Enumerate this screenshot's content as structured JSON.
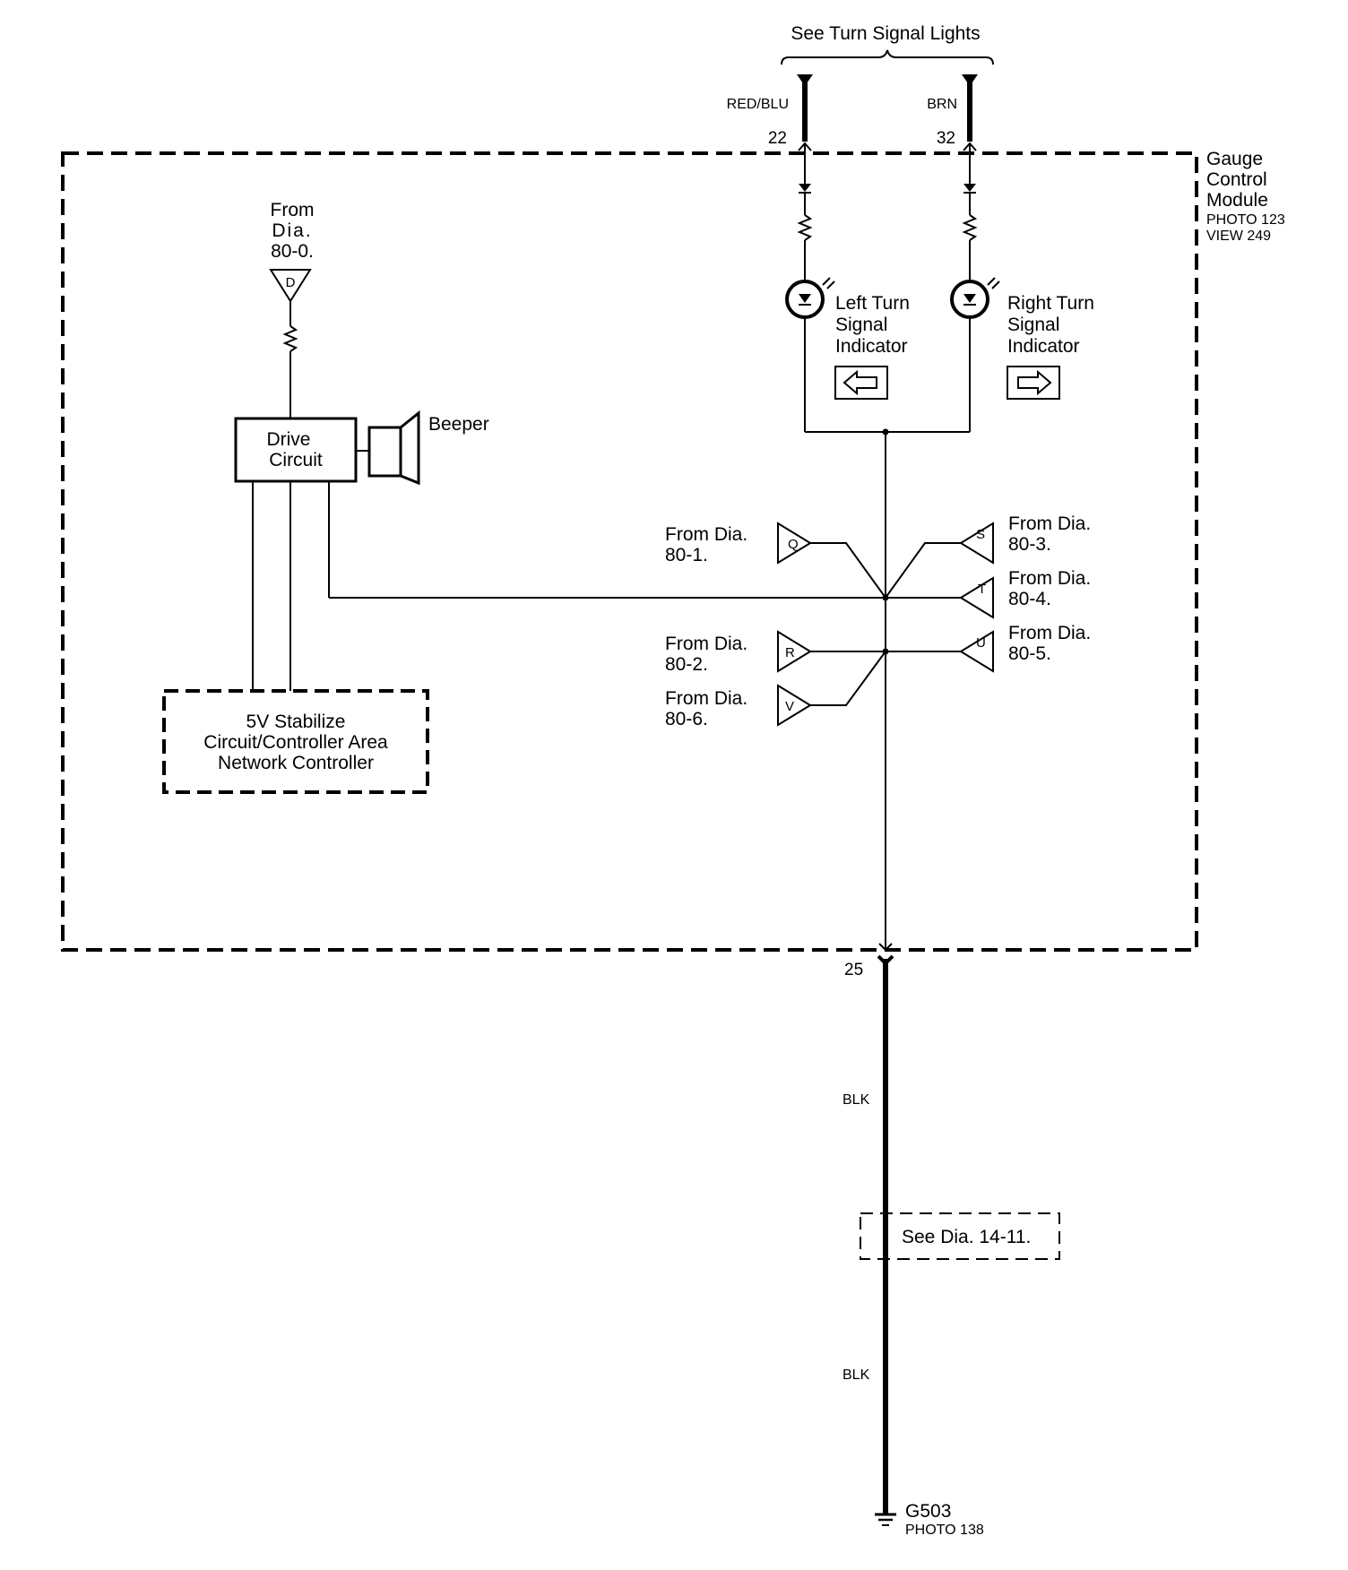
{
  "header": {
    "see_turn_signal": "See Turn Signal Lights"
  },
  "wires": {
    "left_color": "RED/BLU",
    "right_color": "BRN",
    "left_pin": "22",
    "right_pin": "32",
    "ground_pin": "25",
    "ground_color_upper": "BLK",
    "ground_color_lower": "BLK"
  },
  "module": {
    "name_line1": "Gauge",
    "name_line2": "Control",
    "name_line3": "Module",
    "photo": "PHOTO 123",
    "view": "VIEW 249"
  },
  "indicators": {
    "left": [
      "Left Turn",
      "Signal",
      "Indicator"
    ],
    "right": [
      "Right Turn",
      "Signal",
      "Indicator"
    ]
  },
  "drive": {
    "line1": "Drive",
    "line2": "Circuit",
    "beeper": "Beeper",
    "from_line1": "From",
    "from_line2": "Dia.",
    "from_line3": "80-0.",
    "from_letter": "D"
  },
  "stabilize": {
    "line1": "5V Stabilize",
    "line2": "Circuit/Controller Area",
    "line3": "Network Controller"
  },
  "refs": {
    "q": {
      "letter": "Q",
      "line1": "From Dia.",
      "line2": "80-1."
    },
    "r": {
      "letter": "R",
      "line1": "From Dia.",
      "line2": "80-2."
    },
    "v": {
      "letter": "V",
      "line1": "From Dia.",
      "line2": "80-6."
    },
    "s": {
      "letter": "S",
      "line1": "From Dia.",
      "line2": "80-3."
    },
    "t": {
      "letter": "T",
      "line1": "From Dia.",
      "line2": "80-4."
    },
    "u": {
      "letter": "U",
      "line1": "From Dia.",
      "line2": "80-5."
    }
  },
  "splice_ref": "See Dia. 14-11.",
  "ground": {
    "name": "G503",
    "photo": "PHOTO 138"
  }
}
